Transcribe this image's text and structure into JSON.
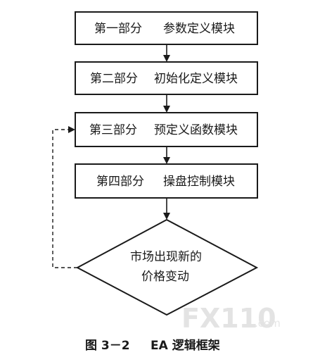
{
  "diagram": {
    "steps": [
      {
        "part": "第一部分",
        "module": "参数定义模块"
      },
      {
        "part": "第二部分",
        "module": "初始化定义模块"
      },
      {
        "part": "第三部分",
        "module": "预定义函数模块"
      },
      {
        "part": "第四部分",
        "module": "操盘控制模块"
      }
    ],
    "decision": {
      "line1": "市场出现新的",
      "line2": "价格变动"
    }
  },
  "caption": {
    "label": "图 3－2",
    "title": "EA 逻辑框架"
  },
  "watermark": {
    "brand": "FX110",
    "suffix": ".com"
  }
}
